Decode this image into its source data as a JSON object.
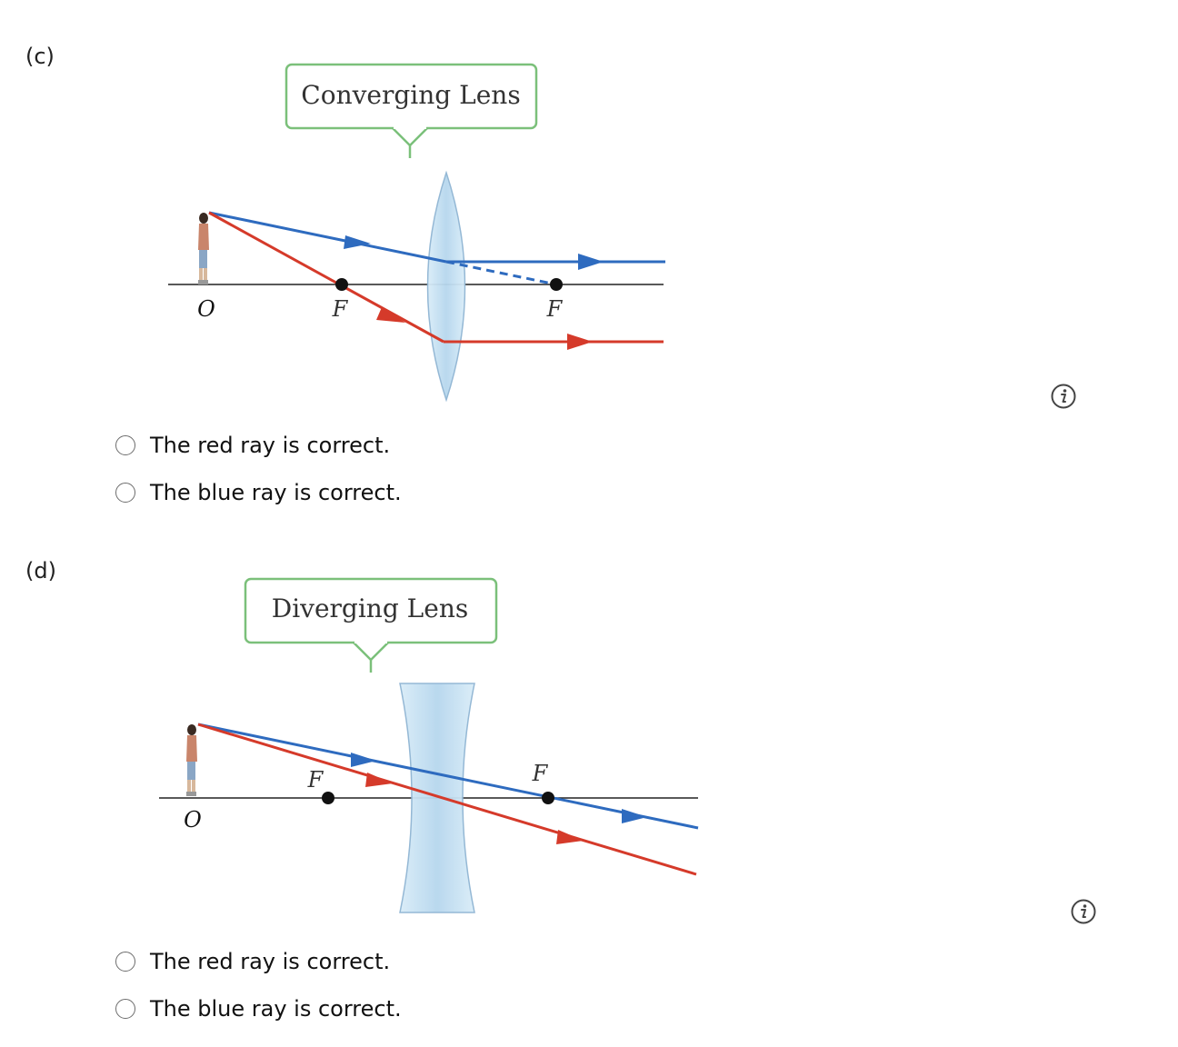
{
  "colors": {
    "red_ray": "#d53a2a",
    "blue_ray": "#2e6bbf",
    "callout_border": "#7bc07a",
    "lens_fill": "#c9e3f3",
    "lens_stroke": "#8fb5d3",
    "axis": "#222222"
  },
  "part_c": {
    "label": "(c)",
    "callout": "Converging Lens",
    "object_label": "O",
    "focal_left": "F",
    "focal_right": "F",
    "options": [
      "The red ray is correct.",
      "The blue ray is correct."
    ],
    "info_icon": "info-icon"
  },
  "part_d": {
    "label": "(d)",
    "callout": "Diverging Lens",
    "object_label": "O",
    "focal_left": "F",
    "focal_right": "F",
    "options": [
      "The red ray is correct.",
      "The blue ray is correct."
    ],
    "info_icon": "info-icon"
  }
}
